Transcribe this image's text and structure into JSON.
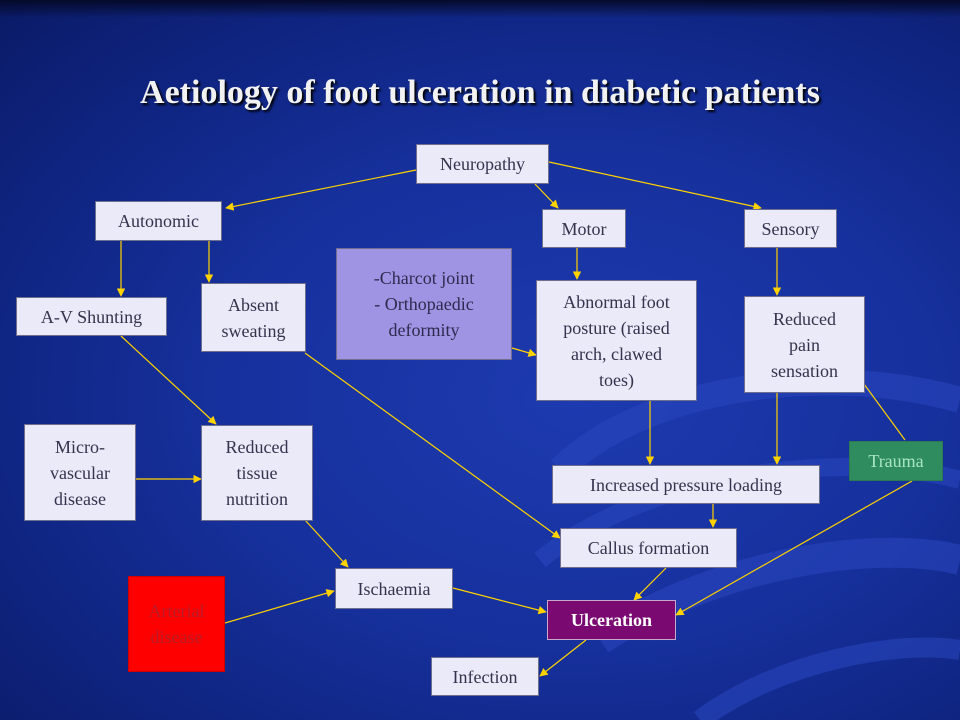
{
  "title": "Aetiology of foot ulceration in diabetic patients",
  "colors": {
    "background": "#16309c",
    "box": "#eaeaf8",
    "box_text": "#33334d",
    "arrow": "#ffd200",
    "purple_box": "#9f93e3",
    "arterial_box": "#ff0000",
    "trauma_box": "#2e8c5e",
    "ulceration_box": "#7a0a72"
  },
  "nodes": {
    "neuropathy": "Neuropathy",
    "autonomic": "Autonomic",
    "motor": "Motor",
    "sensory": "Sensory",
    "av_shunting": "A-V Shunting",
    "absent_sweating": "Absent\nsweating",
    "charcot": "-Charcot joint\n- Orthopaedic\ndeformity",
    "abnormal_posture": "Abnormal foot\nposture (raised\narch, clawed\ntoes)",
    "reduced_pain": "Reduced\npain\nsensation",
    "microvascular": "Micro-\nvascular\ndisease",
    "reduced_tissue": "Reduced\ntissue\nnutrition",
    "trauma": "Trauma",
    "increased_pressure": "Increased pressure loading",
    "callus": "Callus formation",
    "ischaemia": "Ischaemia",
    "arterial": "Arterial\ndisease",
    "ulceration": "Ulceration",
    "infection": "Infection"
  }
}
